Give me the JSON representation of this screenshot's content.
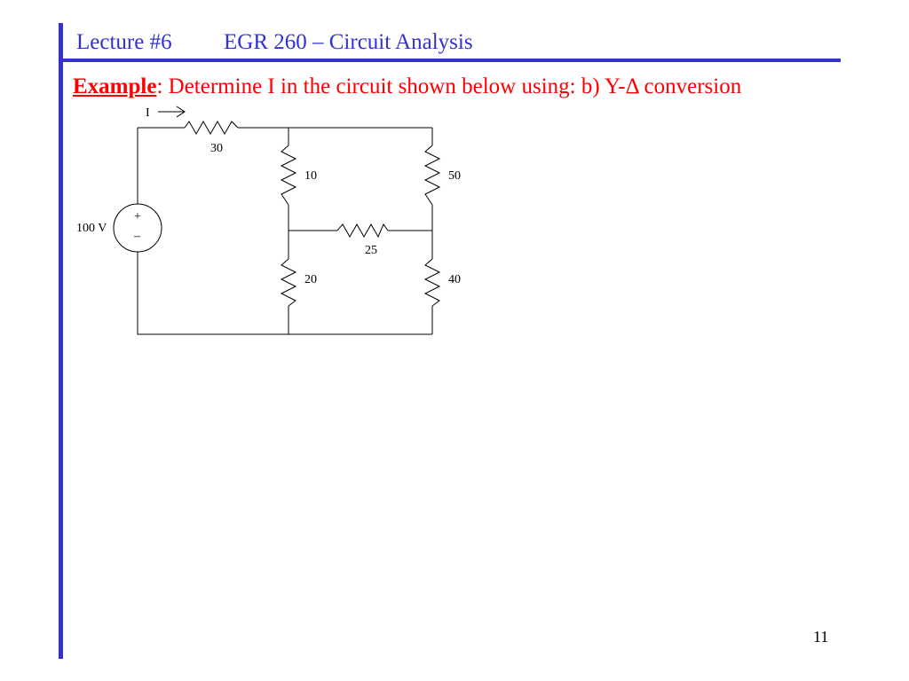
{
  "header": {
    "lecture": "Lecture #6",
    "course": "EGR 260 – Circuit Analysis"
  },
  "problem": {
    "lead": "Example",
    "separator": ":",
    "text": "  Determine I in the circuit shown below using:  b) Y-Δ conversion"
  },
  "circuit": {
    "current_label": "I",
    "source_label": "100 V",
    "source_plus": "+",
    "source_minus": "–",
    "resistors": {
      "r30": "30",
      "r10": "10",
      "r50": "50",
      "r25": "25",
      "r20": "20",
      "r40": "40"
    }
  },
  "colors": {
    "header": "#3333cc",
    "problem": "#ff0000",
    "wire": "#000000"
  },
  "page": {
    "number": "11"
  }
}
